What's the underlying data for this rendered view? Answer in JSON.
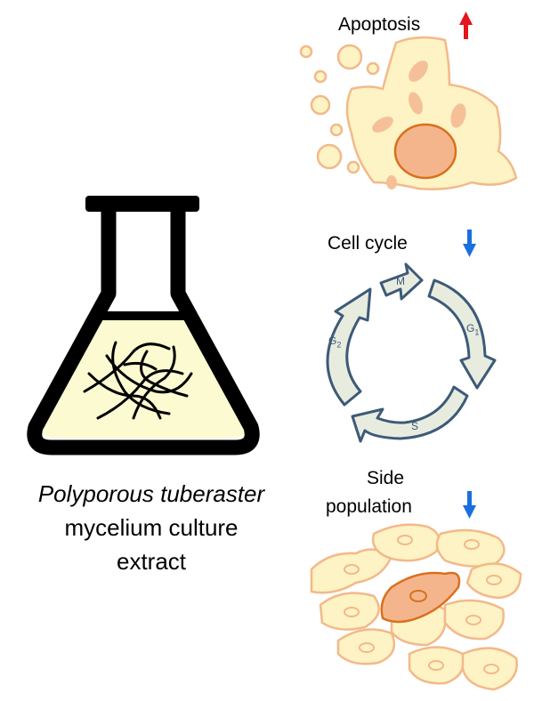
{
  "flask": {
    "caption_italic": "Polyporous tuberaster",
    "caption_line2": "mycelium culture",
    "caption_line3": "extract"
  },
  "effects": [
    {
      "label": "Apoptosis",
      "direction": "up",
      "color": "#e3161b"
    },
    {
      "label": "Cell cycle",
      "direction": "down",
      "color": "#1a6fe0"
    },
    {
      "label_line1": "Side",
      "label_line2": "population",
      "direction": "down",
      "color": "#1a6fe0"
    }
  ],
  "cell_cycle": {
    "phases": [
      "M",
      "G1",
      "S",
      "G2"
    ],
    "g1_main": "G",
    "g1_sub": "1",
    "g2_main": "G",
    "g2_sub": "2"
  },
  "colors": {
    "cell_fill": "#fdf3c4",
    "cell_stroke": "#f3b98a",
    "nucleus": "#f5b58c",
    "nucleus_stroke": "#d9701e",
    "cycle_fill": "#e8ecdf",
    "cycle_stroke": "#3d5a78",
    "liquid": "#fbfad0"
  }
}
